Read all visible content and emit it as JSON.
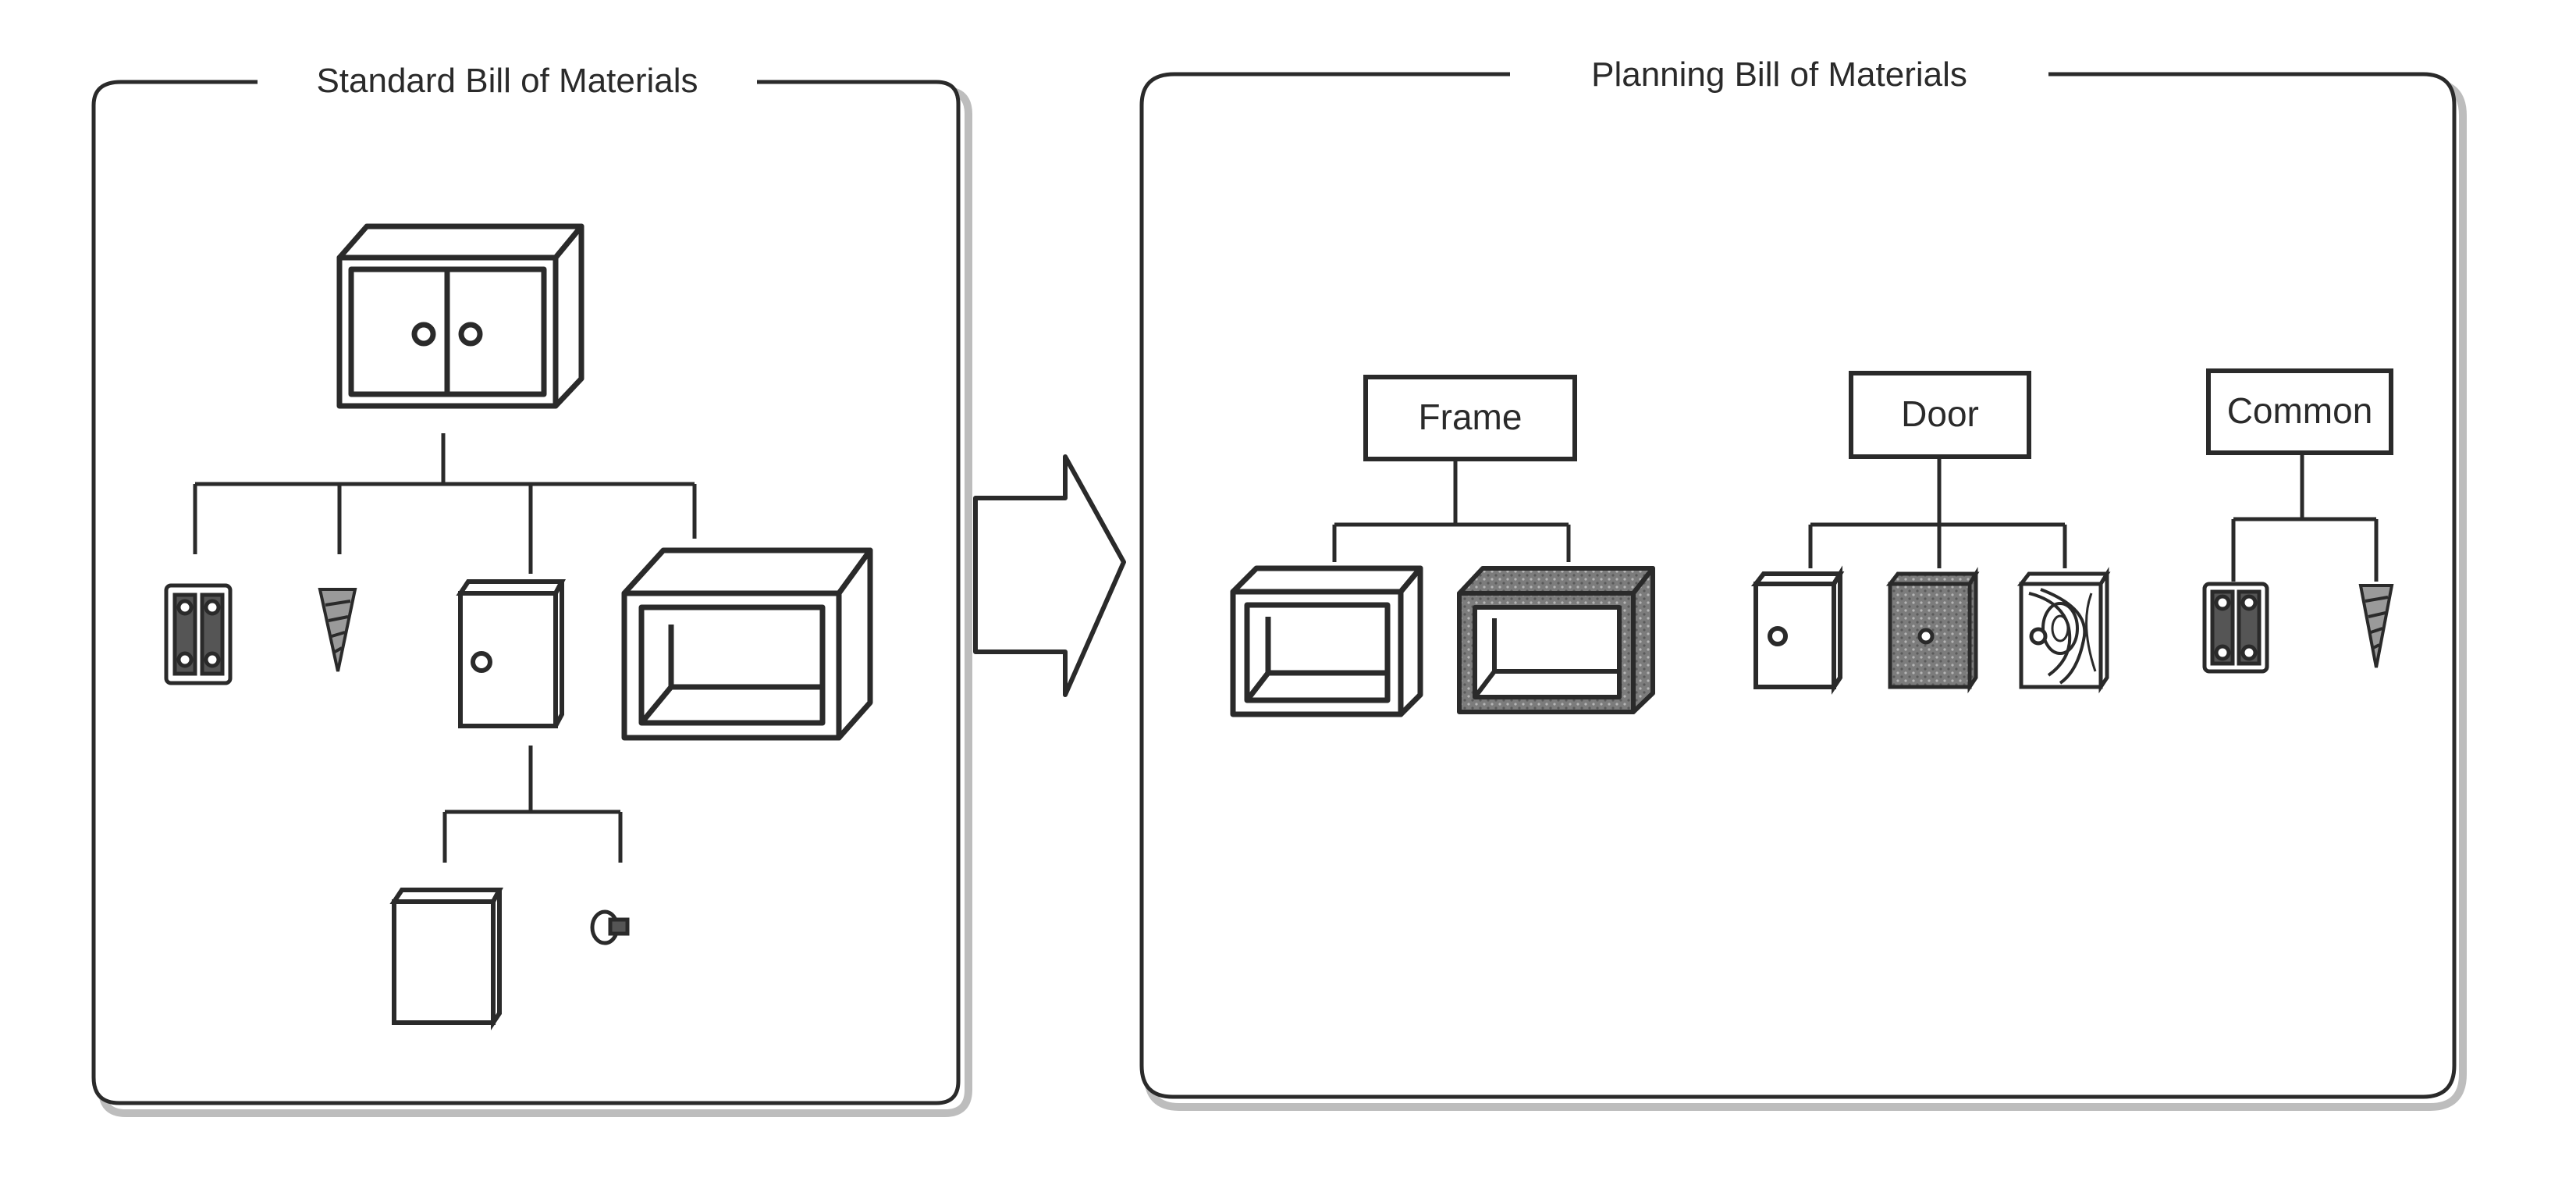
{
  "standard_panel": {
    "title": "Standard Bill of Materials"
  },
  "planning_panel": {
    "title": "Planning Bill of Materials",
    "groups": [
      {
        "label": "Frame"
      },
      {
        "label": "Door"
      },
      {
        "label": "Common"
      }
    ]
  },
  "icons": {
    "cabinet": "cabinet-icon",
    "hinge": "hinge-icon",
    "screw": "screw-icon",
    "door": "door-icon",
    "frame": "frame-icon",
    "door_panel": "door-panel-icon",
    "knob": "knob-icon",
    "arrow": "right-arrow-icon"
  },
  "colors": {
    "ink": "#2a2a2a",
    "shade": "#8a8a8a",
    "panel_shadow": "#bdbdbd"
  }
}
